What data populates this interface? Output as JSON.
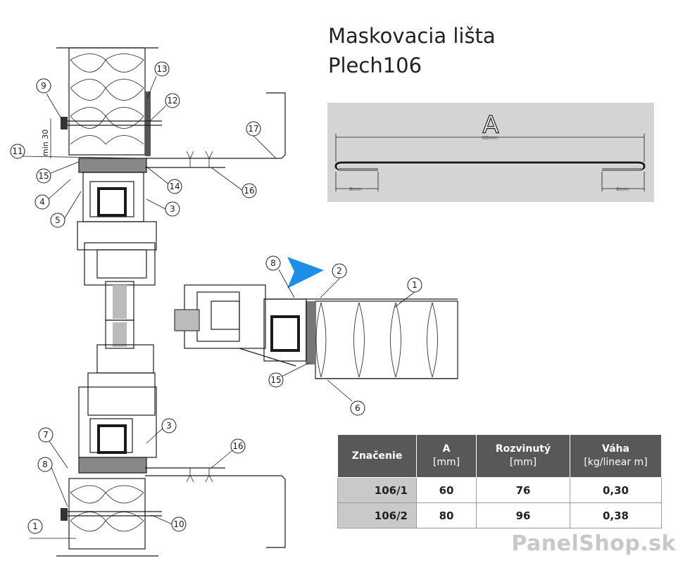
{
  "title": {
    "line1": "Maskovacia lišta",
    "line2": "Plech106"
  },
  "profile": {
    "label": "A",
    "width_dim": "60mm",
    "left_dim": "8mm",
    "right_dim": "8mm"
  },
  "callouts": [
    "1",
    "2",
    "3",
    "4",
    "5",
    "6",
    "7",
    "8",
    "9",
    "10",
    "11",
    "12",
    "13",
    "14",
    "15",
    "16",
    "17"
  ],
  "drawing_texts": {
    "min30": "min 30"
  },
  "table": {
    "headers": [
      {
        "label": "Značenie",
        "unit": ""
      },
      {
        "label": "A",
        "unit": "[mm]"
      },
      {
        "label": "Rozvinutý",
        "unit": "[mm]"
      },
      {
        "label": "Váha",
        "unit": "[kg/linear m]"
      }
    ],
    "rows": [
      {
        "code": "106/1",
        "a": "60",
        "developed": "76",
        "weight": "0,30"
      },
      {
        "code": "106/2",
        "a": "80",
        "developed": "96",
        "weight": "0,38"
      }
    ]
  },
  "brand": "PanelShop.sk",
  "colors": {
    "accent_arrow": "#1e8fe6",
    "table_header": "#58585a",
    "code_cell": "#c9c9c9",
    "panel_bg": "#d4d4d4"
  }
}
